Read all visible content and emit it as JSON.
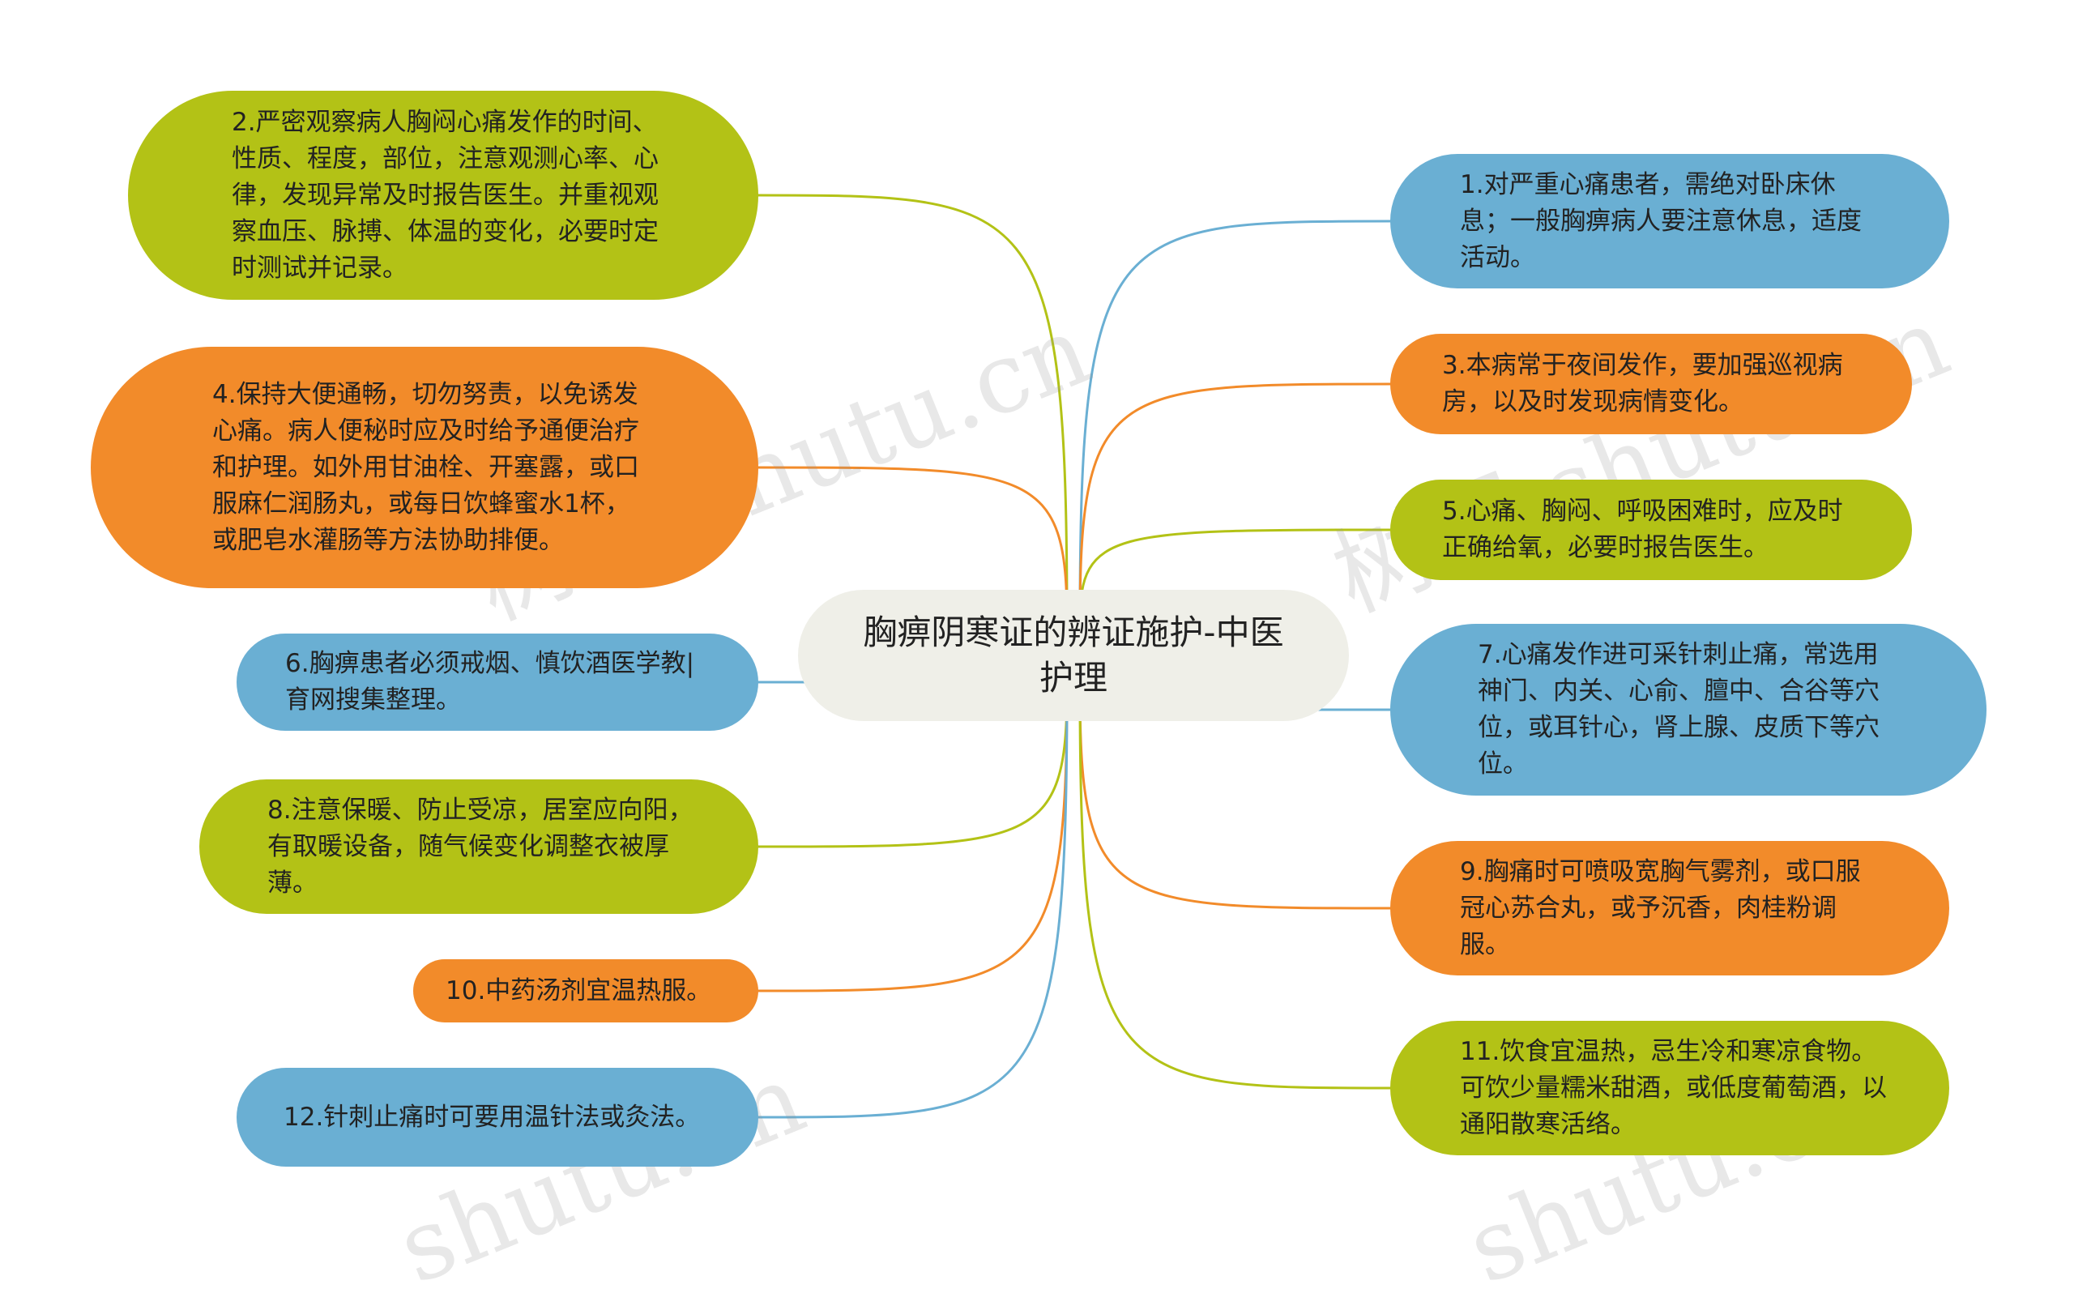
{
  "center": {
    "label": "胸痹阴寒证的辨证施护-中医护理"
  },
  "colors": {
    "green": "#b3c216",
    "orange": "#f28b2a",
    "blue": "#6aafd3",
    "center": "#efefe8"
  },
  "watermark": {
    "text_a": "树图 shutu.cn",
    "text_b": "shutu.cn"
  },
  "nodes": [
    {
      "id": "n1",
      "side": "right",
      "color": "blue",
      "text": "1.对严重心痛患者，需绝对卧床休息；一般胸痹病人要注意休息，适度活动。"
    },
    {
      "id": "n2",
      "side": "left",
      "color": "green",
      "text": "2.严密观察病人胸闷心痛发作的时间、性质、程度，部位，注意观测心率、心律，发现异常及时报告医生。并重视观察血压、脉搏、体温的变化，必要时定时测试并记录。"
    },
    {
      "id": "n3",
      "side": "right",
      "color": "orange",
      "text": "3.本病常于夜间发作，要加强巡视病房，以及时发现病情变化。"
    },
    {
      "id": "n4",
      "side": "left",
      "color": "orange",
      "text": "4.保持大便通畅，切勿努责，以免诱发心痛。病人便秘时应及时给予通便治疗和护理。如外用甘油栓、开塞露，或口服麻仁润肠丸，或每日饮蜂蜜水1杯，或肥皂水灌肠等方法协助排便。"
    },
    {
      "id": "n5",
      "side": "right",
      "color": "green",
      "text": "5.心痛、胸闷、呼吸困难时，应及时正确给氧，必要时报告医生。"
    },
    {
      "id": "n6",
      "side": "left",
      "color": "blue",
      "text": "6.胸痹患者必须戒烟、慎饮酒医学教|育网搜集整理。"
    },
    {
      "id": "n7",
      "side": "right",
      "color": "blue",
      "text": "7.心痛发作进可采针刺止痛，常选用神门、内关、心俞、膻中、合谷等穴位，或耳针心，肾上腺、皮质下等穴位。"
    },
    {
      "id": "n8",
      "side": "left",
      "color": "green",
      "text": "8.注意保暖、防止受凉，居室应向阳，有取暖设备，随气候变化调整衣被厚薄。"
    },
    {
      "id": "n9",
      "side": "right",
      "color": "orange",
      "text": "9.胸痛时可喷吸宽胸气雾剂，或口服冠心苏合丸，或予沉香，肉桂粉调服。"
    },
    {
      "id": "n10",
      "side": "left",
      "color": "orange",
      "text": "10.中药汤剂宜温热服。"
    },
    {
      "id": "n11",
      "side": "right",
      "color": "green",
      "text": "11.饮食宜温热，忌生冷和寒凉食物。可饮少量糯米甜酒，或低度葡萄酒，以通阳散寒活络。"
    },
    {
      "id": "n12",
      "side": "left",
      "color": "blue",
      "text": "12.针刺止痛时可要用温针法或灸法。"
    }
  ]
}
